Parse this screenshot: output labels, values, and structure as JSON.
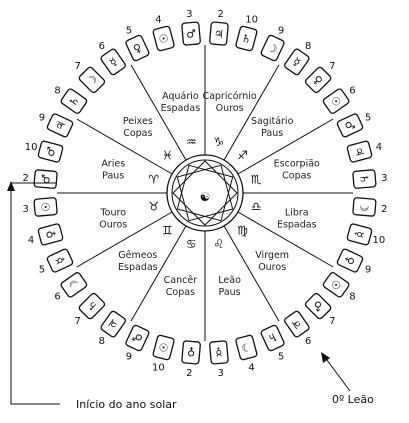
{
  "segments": [
    {
      "sign": "Capricórnio",
      "suit": "Ouros",
      "symbol": "♑"
    },
    {
      "sign": "Sagitário",
      "suit": "Paus",
      "symbol": "♐"
    },
    {
      "sign": "Escorpião",
      "suit": "Copas",
      "symbol": "♏"
    },
    {
      "sign": "Libra",
      "suit": "Espadas",
      "symbol": "♎"
    },
    {
      "sign": "Virgem",
      "suit": "Ouros",
      "symbol": "♍"
    },
    {
      "sign": "Leão",
      "suit": "Paus",
      "symbol": "♌"
    },
    {
      "sign": "Cancêr",
      "suit": "Copas",
      "symbol": "♋"
    },
    {
      "sign": "Gêmeos",
      "suit": "Espadas",
      "symbol": "♊"
    },
    {
      "sign": "Touro",
      "suit": "Ouros",
      "symbol": "♉"
    },
    {
      "sign": "Aries",
      "suit": "Paus",
      "symbol": "♈"
    },
    {
      "sign": "Peixes",
      "suit": "Copas",
      "symbol": "♓"
    },
    {
      "sign": "Aquário",
      "suit": "Espadas",
      "symbol": "♒"
    }
  ],
  "cards": [
    {
      "number": "2",
      "planet": "♃"
    },
    {
      "number": "10",
      "planet": "♄"
    },
    {
      "number": "9",
      "planet": "☽"
    },
    {
      "number": "8",
      "planet": "☿"
    },
    {
      "number": "7",
      "planet": "♀"
    },
    {
      "number": "6",
      "planet": "☉"
    },
    {
      "number": "5",
      "planet": "♂"
    },
    {
      "number": "4",
      "planet": "♃"
    },
    {
      "number": "3",
      "planet": "♄"
    },
    {
      "number": "2",
      "planet": "☽"
    },
    {
      "number": "10",
      "planet": "☿"
    },
    {
      "number": "9",
      "planet": "♀"
    },
    {
      "number": "8",
      "planet": "☉"
    },
    {
      "number": "7",
      "planet": "♂"
    },
    {
      "number": "6",
      "planet": "♃"
    },
    {
      "number": "5",
      "planet": "♄"
    },
    {
      "number": "4",
      "planet": "☽"
    },
    {
      "number": "3",
      "planet": "☿"
    },
    {
      "number": "2",
      "planet": "♀"
    },
    {
      "number": "10",
      "planet": "☉"
    },
    {
      "number": "9",
      "planet": "♂"
    },
    {
      "number": "8",
      "planet": "♃"
    },
    {
      "number": "7",
      "planet": "♄"
    },
    {
      "number": "6",
      "planet": "☽"
    },
    {
      "number": "5",
      "planet": "☿"
    },
    {
      "number": "4",
      "planet": "♀"
    },
    {
      "number": "3",
      "planet": "☉"
    },
    {
      "number": "2",
      "planet": "♂"
    },
    {
      "number": "10",
      "planet": "♂"
    },
    {
      "number": "9",
      "planet": "♃"
    },
    {
      "number": "8",
      "planet": "♄"
    },
    {
      "number": "7",
      "planet": "☽"
    },
    {
      "number": "6",
      "planet": "☿"
    },
    {
      "number": "5",
      "planet": "♀"
    },
    {
      "number": "4",
      "planet": "☉"
    },
    {
      "number": "3",
      "planet": "♂"
    }
  ],
  "center_symbol": "☯",
  "labels": {
    "solar_year_start": "Início do ano solar",
    "zero_leo": "0º Leão"
  },
  "colors": {
    "line": "#111111",
    "text": "#222222"
  }
}
